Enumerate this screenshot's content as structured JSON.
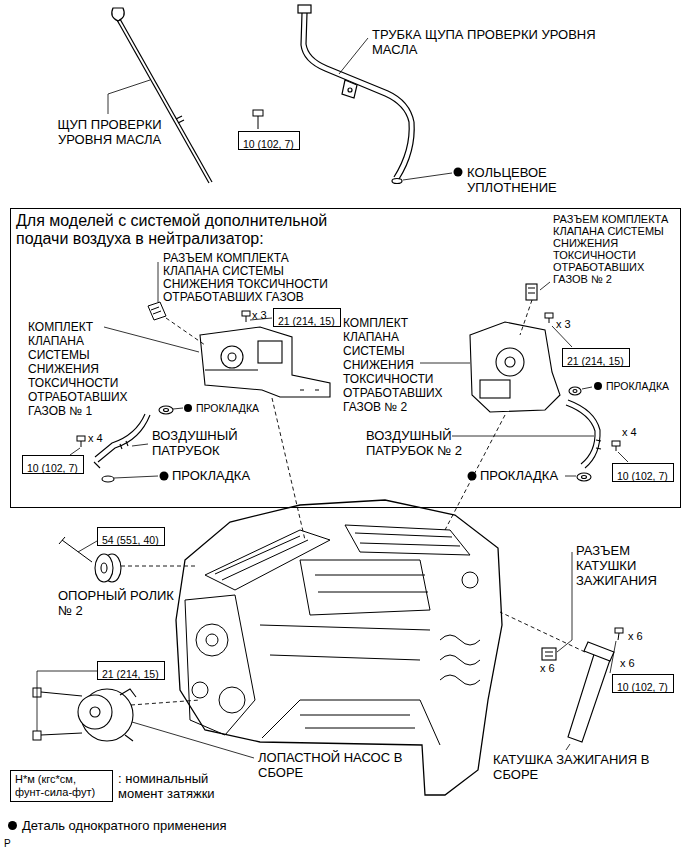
{
  "diagram": {
    "nodes": [
      {
        "text": [
          "10 (102, 7)"
        ]
      },
      {
        "text": [
          "Для моделей с системой дополнительной подачи воздуха в нейтрализатор:"
        ]
      },
      {
        "text": [
          "21 (214, 15)"
        ],
        "in": 1
      },
      {
        "text": [
          "21 (214, 15)"
        ],
        "in": 1
      },
      {
        "text": [
          "10 (102, 7)"
        ],
        "in": 1
      },
      {
        "text": [
          "10 (102, 7)"
        ],
        "in": 1
      },
      {
        "text": [
          "54 (551, 40)"
        ]
      },
      {
        "text": [
          "21 (214, 15)"
        ]
      },
      {
        "text": [
          "10 (102, 7)"
        ]
      },
      {
        "text": [
          "Н*м (кгс*см, фунт-сила-фут)"
        ]
      }
    ],
    "labels": [
      "ЩУП ПРОВЕРКИ УРОВНЯ МАСЛА",
      "ТРУБКА ЩУПА ПРОВЕРКИ УРОВНЯ МАСЛА",
      "КОЛЬЦЕВОЕ УПЛОТНЕНИЕ",
      "РАЗЪЕМ КОМПЛЕКТА КЛАПАНА СИСТЕМЫ СНИЖЕНИЯ ТОКСИЧНОСТИ ОТРАБОТАВШИХ ГАЗОВ",
      "x 3",
      "КОМПЛЕКТ КЛАПАНА СИСТЕМЫ СНИЖЕНИЯ ТОКСИЧНОСТИ ОТРАБОТАВШИХ ГАЗОВ № 1",
      "ПРОКЛАДКА",
      "x 4",
      "ВОЗДУШНЫЙ ПАТРУБОК",
      "ПРОКЛАДКА",
      "РАЗЪЕМ КОМПЛЕКТА КЛАПАНА СИСТЕМЫ СНИЖЕНИЯ ТОКСИЧНОСТИ ОТРАБОТАВШИХ ГАЗОВ № 2",
      "x 3",
      "КОМПЛЕКТ КЛАПАНА СИСТЕМЫ СНИЖЕНИЯ ТОКСИЧНОСТИ ОТРАБОТАВШИХ ГАЗОВ № 2",
      "ПРОКЛАДКА",
      "x 4",
      "ВОЗДУШНЫЙ ПАТРУБОК № 2",
      "ПРОКЛАДКА",
      "ОПОРНЫЙ РОЛИК № 2",
      "ЛОПАСТНОЙ НАСОС В СБОРЕ",
      "РАЗЪЕМ КАТУШКИ ЗАЖИГАНИЯ",
      "x 6",
      "x 6",
      "x 6",
      "КАТУШКА ЗАЖИГАНИЯ В СБОРЕ",
      "P"
    ],
    "legend": [
      {
        "text": ": номинальный момент затяжки"
      },
      {
        "text": "Деталь однократного применения"
      }
    ]
  }
}
